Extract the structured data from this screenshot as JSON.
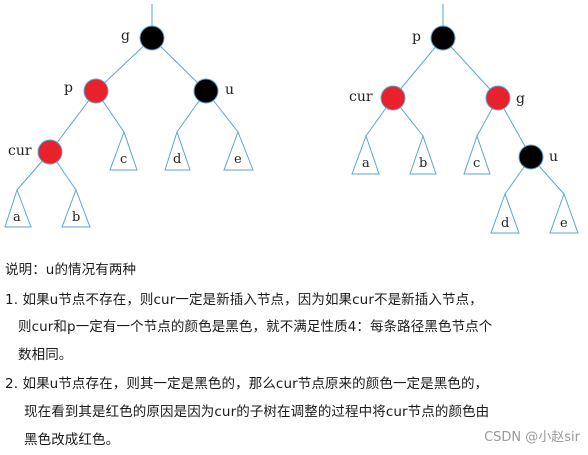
{
  "diagram": {
    "colors": {
      "red": "#e8212b",
      "black": "#000000",
      "edge": "#5aa6d6",
      "subtree": "#5aa6d6"
    },
    "left_tree": {
      "nodes": [
        {
          "id": "g",
          "label": "g",
          "color": "black"
        },
        {
          "id": "p",
          "label": "p",
          "color": "red"
        },
        {
          "id": "u",
          "label": "u",
          "color": "black"
        },
        {
          "id": "cur",
          "label": "cur",
          "color": "red"
        }
      ],
      "subtrees": [
        "a",
        "b",
        "c",
        "d",
        "e"
      ]
    },
    "right_tree": {
      "nodes": [
        {
          "id": "p",
          "label": "p",
          "color": "black"
        },
        {
          "id": "cur",
          "label": "cur",
          "color": "red"
        },
        {
          "id": "g",
          "label": "g",
          "color": "red"
        },
        {
          "id": "u",
          "label": "u",
          "color": "black"
        }
      ],
      "subtrees": [
        "a",
        "b",
        "c",
        "d",
        "e"
      ]
    }
  },
  "text": {
    "heading": "说明：u的情况有两种",
    "item1_line1": "1. 如果u节点不存在，则cur一定是新插入节点，因为如果cur不是新插入节点，",
    "item1_line2": "则cur和p一定有一个节点的颜色是黑色，就不满足性质4：每条路径黑色节点个",
    "item1_line3": "数相同。",
    "item2_line1": "2. 如果u节点存在，则其一定是黑色的，那么cur节点原来的颜色一定是黑色的，",
    "item2_line2": "现在看到其是红色的原因是因为cur的子树在调整的过程中将cur节点的颜色由",
    "item2_line3": "黑色改成红色。"
  },
  "watermark": "CSDN @小赵sir"
}
